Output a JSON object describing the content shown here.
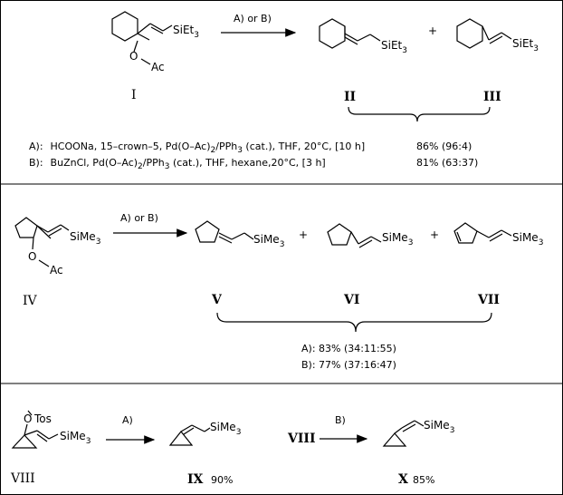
{
  "block1": {
    "reactant_label": "I",
    "product_labels": [
      "II",
      "III"
    ],
    "arrow_label": "A)  or B)",
    "plus": "+",
    "substituent": "SiEt",
    "sub3": "3",
    "oxygen": "O",
    "acyl": "Ac",
    "conditions": [
      {
        "tag": "A):",
        "text_before_sub": "HCOONa,  15–crown–5,  Pd(O–Ac)",
        "sub": "2",
        "text_after_sub": "/PPh",
        "sub2": "3",
        "tail": " (cat.), THF,  20°C,  [10 h]",
        "yield": "86% (96:4)"
      },
      {
        "tag": "B):",
        "text_before_sub": "BuZnCl, Pd(O–Ac)",
        "sub": "2",
        "text_after_sub": "/PPh",
        "sub2": "3",
        "tail": " (cat.),  THF, hexane,20°C,  [3 h]",
        "yield": "81% (63:37)"
      }
    ]
  },
  "block2": {
    "reactant_label": "IV",
    "product_labels": [
      "V",
      "VI",
      "VII"
    ],
    "arrow_label": "A)  or B)",
    "substituent": "SiMe",
    "sub3": "3",
    "oxygen": "O",
    "acyl": "Ac",
    "plus": "+",
    "yields": [
      "A):  83% (34:11:55)",
      "B):  77% (37:16:47)"
    ]
  },
  "block3": {
    "reactant_label": "VIII",
    "leaving_group": "Tos",
    "oxygen": "O",
    "substituent": "SiMe",
    "sub3": "3",
    "arrow1_label": "A)",
    "product1_label": "IX",
    "product1_yield": "90%",
    "arrow2_start": "VIII",
    "arrow2_label": "B)",
    "product2_label": "X",
    "product2_yield": "85%"
  }
}
